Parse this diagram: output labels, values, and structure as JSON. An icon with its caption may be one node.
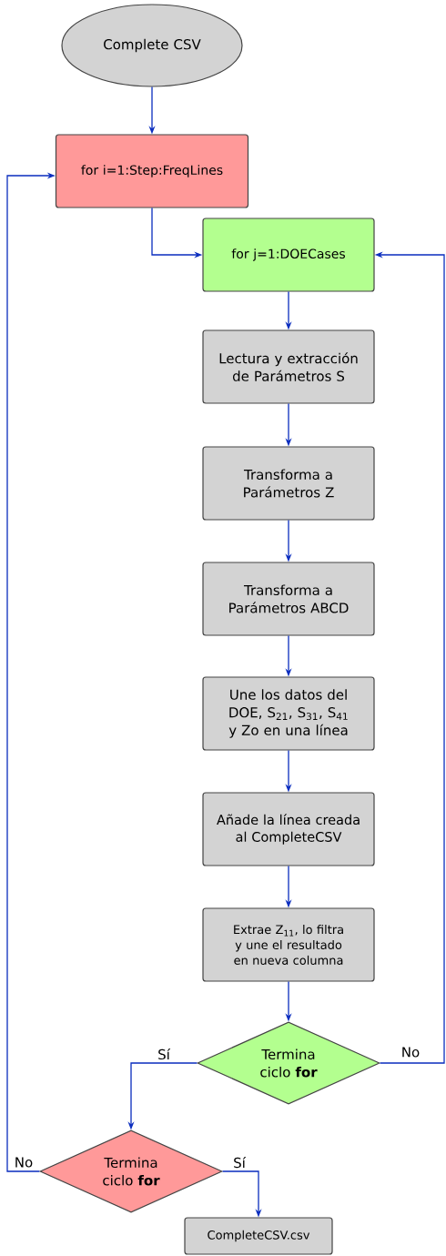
{
  "diagram": {
    "nodes": [
      {
        "text": [
          "Complete CSV"
        ]
      },
      {
        "text": [
          "for i=1:Step:FreqLines"
        ]
      },
      {
        "text": [
          "for j=1:DOECases"
        ]
      },
      {
        "text": [
          "Lectura y extracción de Parámetros S"
        ]
      },
      {
        "text": [
          "Transforma a Parámetros Z"
        ]
      },
      {
        "text": [
          "Transforma a Parámetros ABCD"
        ]
      },
      {
        "text": [
          "Une los datos del DOE, S$_{21}$, S$_{31}$, S$_{41}$ y Zo en una línea"
        ]
      },
      {
        "text": [
          "Añade la línea creada al CompleteCSV"
        ]
      },
      {
        "text": [
          "Extrae Z$_{11}$, lo filtra y une el resultado en nueva columna"
        ]
      },
      {
        "text": [
          "Termina ciclo **for**"
        ]
      },
      {
        "text": [
          "Termina ciclo **for**"
        ]
      },
      {
        "text": [
          "CompleteCSV.csv"
        ]
      }
    ],
    "edges": [
      {
        "from": 0,
        "to": 1,
        "arrow": "to"
      },
      {
        "from": 1,
        "to": 2,
        "arrow": "to"
      },
      {
        "from": 2,
        "to": 3,
        "arrow": "to"
      },
      {
        "from": 3,
        "to": 4,
        "arrow": "to"
      },
      {
        "from": 4,
        "to": 5,
        "arrow": "to"
      },
      {
        "from": 5,
        "to": 6,
        "arrow": "to"
      },
      {
        "from": 6,
        "to": 7,
        "arrow": "to"
      },
      {
        "from": 7,
        "to": 8,
        "arrow": "to"
      },
      {
        "from": 8,
        "to": 9,
        "arrow": "to"
      },
      {
        "from": 9,
        "to": 10,
        "label": "Sí",
        "arrow": "to"
      },
      {
        "from": 9,
        "to": 2,
        "label": "No",
        "arrow": "to"
      },
      {
        "from": 10,
        "to": 1,
        "label": "No",
        "arrow": "to"
      },
      {
        "from": 10,
        "to": 11,
        "label": "Sí",
        "arrow": "to"
      }
    ]
  }
}
